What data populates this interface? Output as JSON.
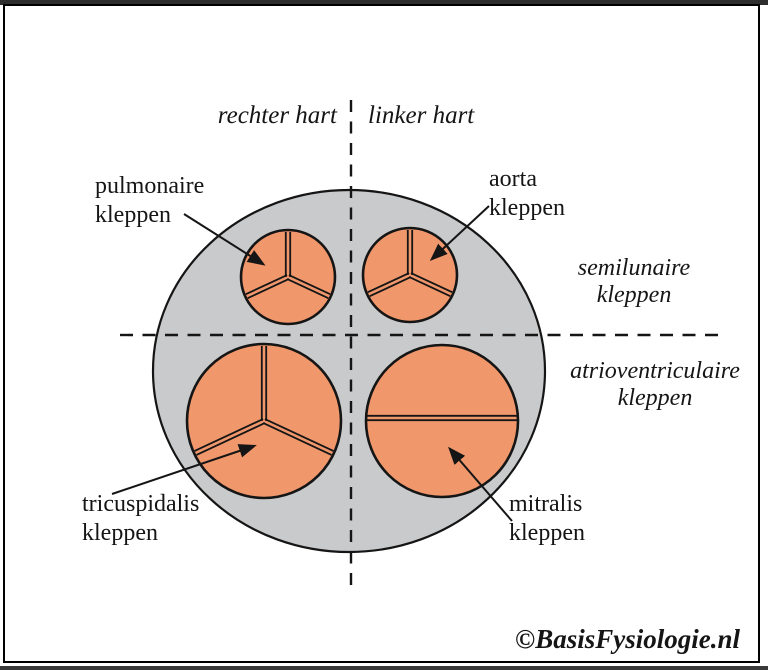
{
  "colors": {
    "valve_fill": "#F0976C",
    "heart_fill": "#C9CACB",
    "outline": "#151515"
  },
  "header": {
    "left_title": "rechter hart",
    "right_title": "linker hart"
  },
  "valve_labels": {
    "pulmonary": {
      "line1": "pulmonaire",
      "line2": "kleppen"
    },
    "aortic": {
      "line1": "aorta",
      "line2": "kleppen"
    },
    "tricuspid": {
      "line1": "tricuspidalis",
      "line2": "kleppen"
    },
    "mitral": {
      "line1": "mitralis",
      "line2": "kleppen"
    }
  },
  "category_labels": {
    "semilunar": {
      "line1": "semilunaire",
      "line2": "kleppen"
    },
    "atrioventricular": {
      "line1": "atrioventriculaire",
      "line2": "kleppen"
    }
  },
  "watermark": "©BasisFysiologie.nl"
}
